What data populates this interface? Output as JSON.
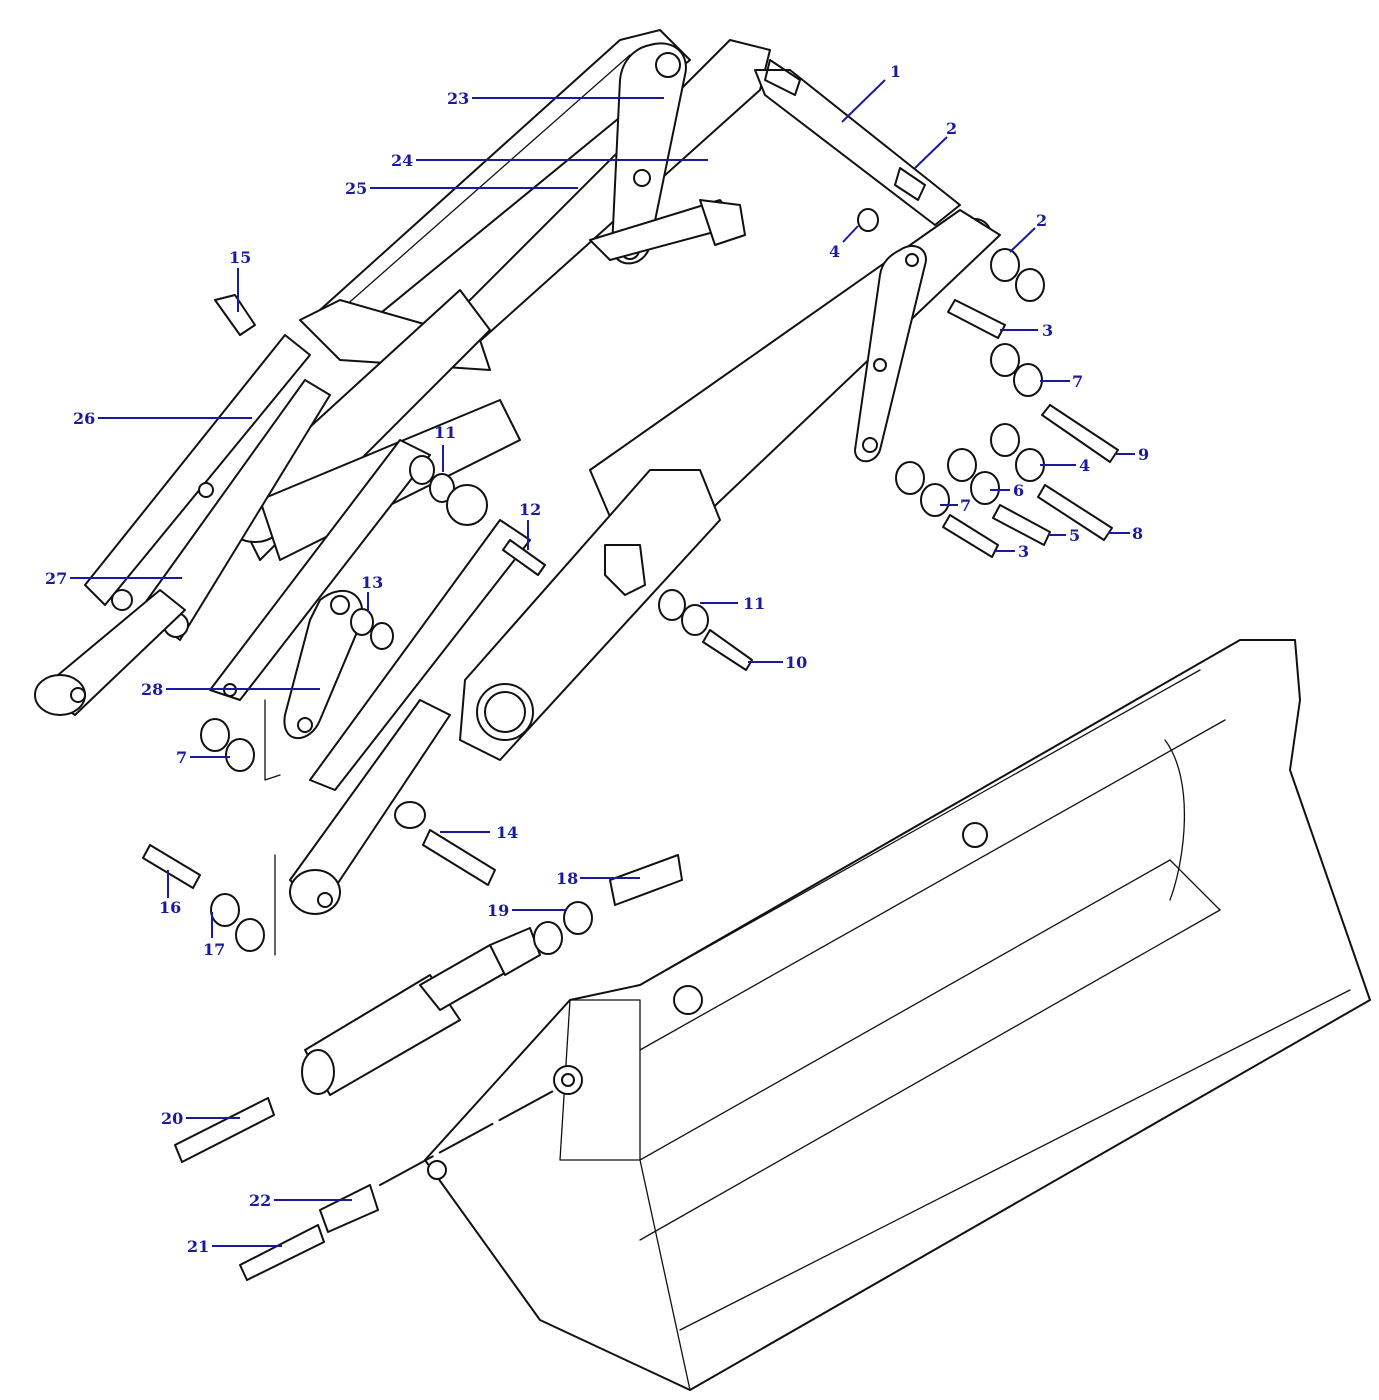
{
  "diagram": {
    "callouts": [
      {
        "id": "c1",
        "label": "1"
      },
      {
        "id": "c2a",
        "label": "2"
      },
      {
        "id": "c2b",
        "label": "2"
      },
      {
        "id": "c3a",
        "label": "3"
      },
      {
        "id": "c3b",
        "label": "3"
      },
      {
        "id": "c4a",
        "label": "4"
      },
      {
        "id": "c4b",
        "label": "4"
      },
      {
        "id": "c5",
        "label": "5"
      },
      {
        "id": "c6",
        "label": "6"
      },
      {
        "id": "c7a",
        "label": "7"
      },
      {
        "id": "c7b",
        "label": "7"
      },
      {
        "id": "c7c",
        "label": "7"
      },
      {
        "id": "c8",
        "label": "8"
      },
      {
        "id": "c9",
        "label": "9"
      },
      {
        "id": "c10",
        "label": "10"
      },
      {
        "id": "c11a",
        "label": "11"
      },
      {
        "id": "c11b",
        "label": "11"
      },
      {
        "id": "c12",
        "label": "12"
      },
      {
        "id": "c13",
        "label": "13"
      },
      {
        "id": "c14",
        "label": "14"
      },
      {
        "id": "c15",
        "label": "15"
      },
      {
        "id": "c16",
        "label": "16"
      },
      {
        "id": "c17",
        "label": "17"
      },
      {
        "id": "c18",
        "label": "18"
      },
      {
        "id": "c19",
        "label": "19"
      },
      {
        "id": "c20",
        "label": "20"
      },
      {
        "id": "c21",
        "label": "21"
      },
      {
        "id": "c22",
        "label": "22"
      },
      {
        "id": "c23",
        "label": "23"
      },
      {
        "id": "c24",
        "label": "24"
      },
      {
        "id": "c25",
        "label": "25"
      },
      {
        "id": "c26",
        "label": "26"
      },
      {
        "id": "c27",
        "label": "27"
      },
      {
        "id": "c28",
        "label": "28"
      }
    ],
    "colors": {
      "line": "#111111",
      "callout": "#1a1a9e",
      "background": "#ffffff"
    }
  }
}
